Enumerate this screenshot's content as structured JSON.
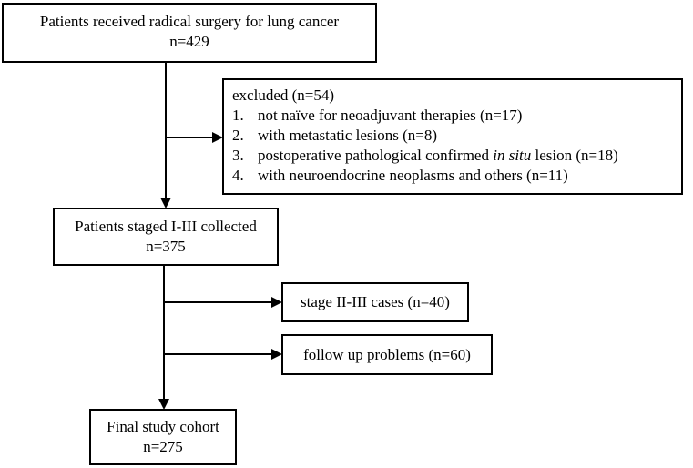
{
  "boxes": {
    "start": {
      "line1": "Patients received radical surgery for lung cancer",
      "line2": "n=429"
    },
    "excluded": {
      "title": "excluded  (n=54)",
      "items": [
        {
          "num": "1.",
          "text": "not naïve for neoadjuvant therapies (n=17)"
        },
        {
          "num": "2.",
          "text": "with metastatic lesions (n=8)"
        },
        {
          "num": "3.",
          "text_before": "postoperative pathological confirmed ",
          "text_italic": "in situ",
          "text_after": " lesion (n=18)"
        },
        {
          "num": "4.",
          "text": "with neuroendocrine neoplasms and others (n=11)"
        }
      ]
    },
    "staged": {
      "line1": "Patients staged I-III collected",
      "line2": "n=375"
    },
    "stage23": {
      "line1": "stage II-III cases (n=40)"
    },
    "follow": {
      "line1": "follow up problems (n=60)"
    },
    "final": {
      "line1": "Final study cohort",
      "line2": "n=275"
    }
  }
}
